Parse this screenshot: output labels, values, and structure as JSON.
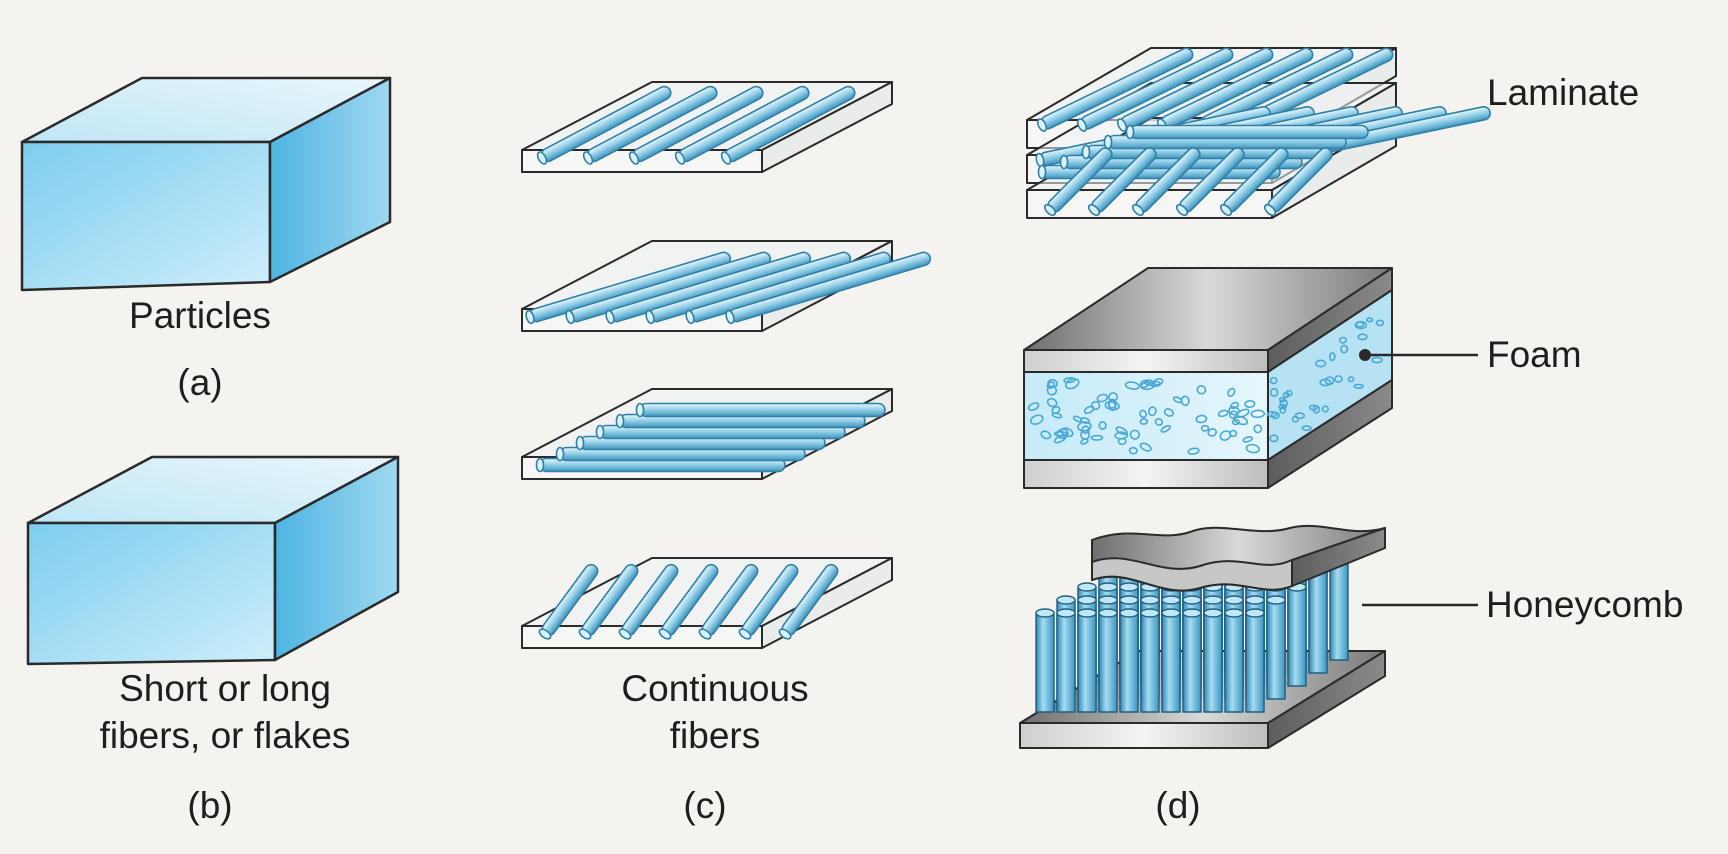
{
  "panels": [
    {
      "id": "a",
      "letter": "(a)",
      "caption": "Particles"
    },
    {
      "id": "b",
      "letter": "(b)",
      "caption_line1": "Short or long",
      "caption_line2": "fibers, or flakes"
    },
    {
      "id": "c",
      "letter": "(c)",
      "caption_line1": "Continuous",
      "caption_line2": "fibers"
    },
    {
      "id": "d",
      "letter": "(d)",
      "labels": [
        "Laminate",
        "Foam",
        "Honeycomb"
      ]
    }
  ],
  "colors": {
    "fiber": "#8fcde6",
    "fiber_edge": "#2f7fa6",
    "block_top": "#d8eef7",
    "block_front": "#9fd6ee",
    "block_side": "#6ec2e6",
    "plate_grey": "#9b9b9b",
    "line": "#2a2a2a"
  }
}
